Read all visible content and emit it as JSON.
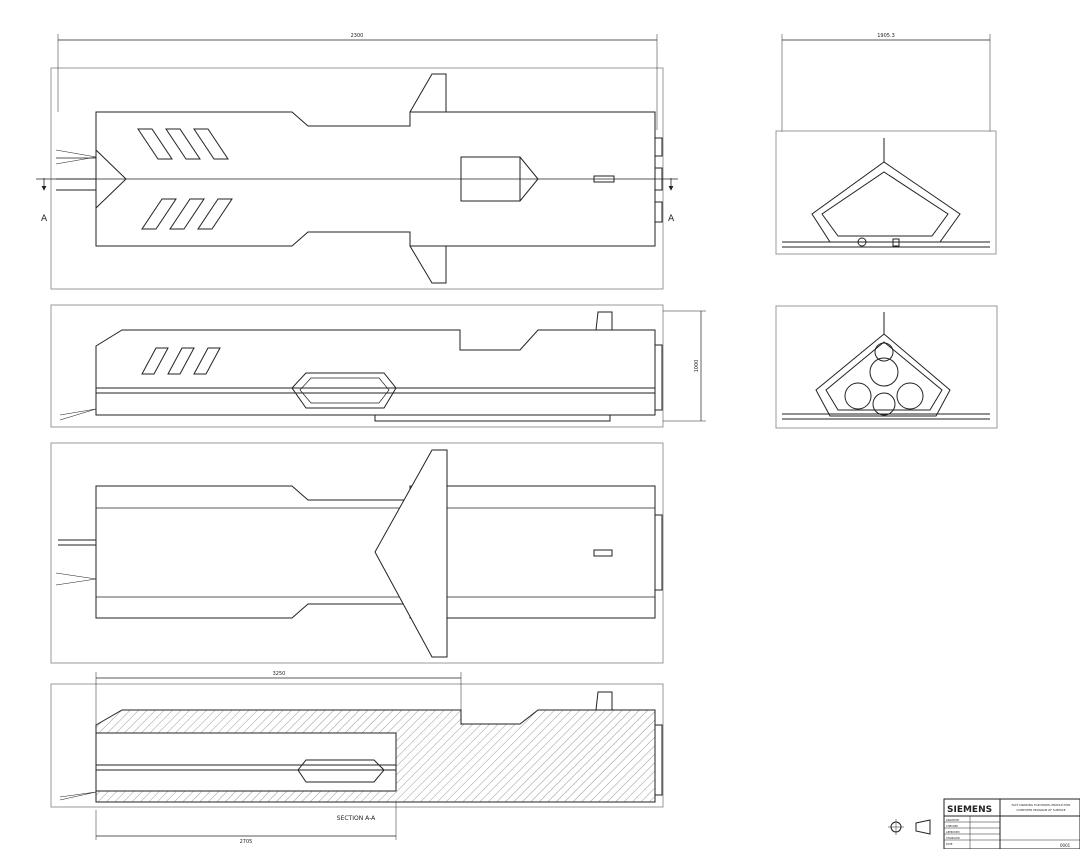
{
  "dimensions": {
    "top_overall_length": "2300",
    "right_view_width": "1905.3",
    "side_view_height": "1000",
    "section_upper_length": "3250",
    "section_lower_length": "2705"
  },
  "section_markers": {
    "left_letter": "A",
    "right_letter": "A"
  },
  "section_caption": "SECTION A-A",
  "title_block": {
    "company": "SIEMENS",
    "title_line1": "FACT DRAWING FOR MODEL PRODUCTION",
    "title_line2": "COMPUTER PROGRAM OF SURFACE",
    "drawing_number": "0001",
    "rows": [
      "DRAWN BY",
      "CHECKED",
      "APPROVED",
      "STANDARD",
      "DATE"
    ]
  }
}
